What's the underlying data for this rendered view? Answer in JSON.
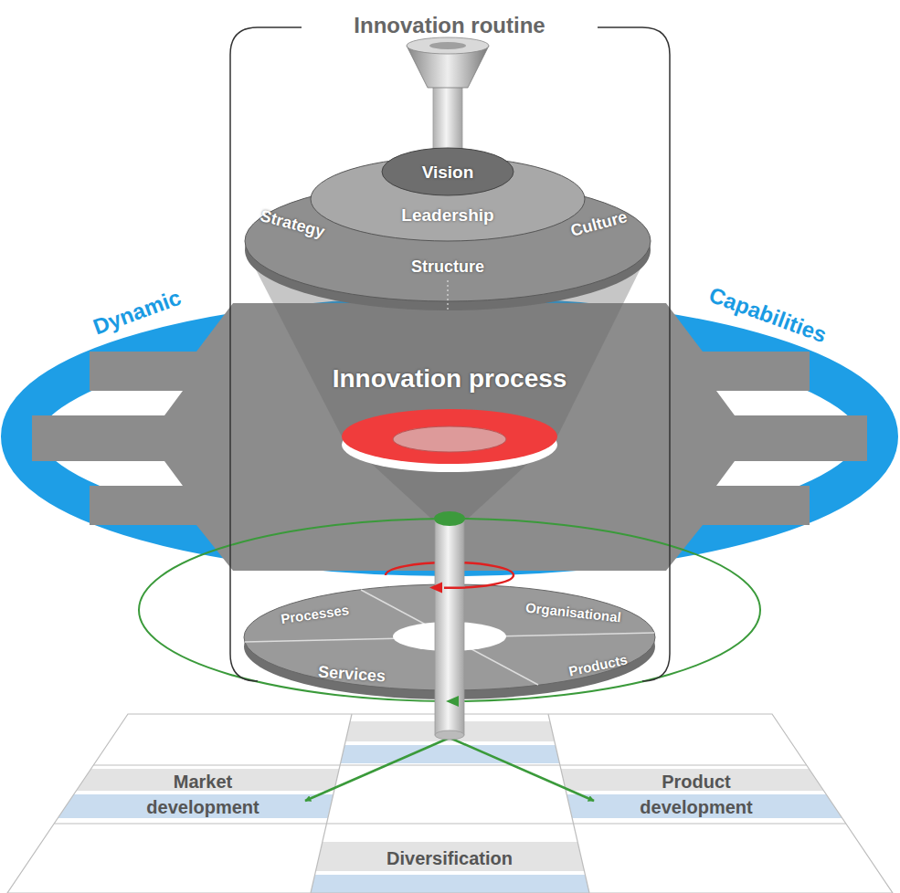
{
  "diagram": {
    "title": "Innovation routine",
    "nodes": [
      {
        "text": [
          "Vision"
        ]
      },
      {
        "text": [
          "Leadership"
        ]
      },
      {
        "text": [
          "Strategy"
        ]
      },
      {
        "text": [
          "Structure"
        ]
      },
      {
        "text": [
          "Culture"
        ]
      },
      {
        "text": [
          "Innovation process"
        ]
      },
      {
        "text": [
          "Processes"
        ]
      },
      {
        "text": [
          "Organisational"
        ]
      },
      {
        "text": [
          "Services"
        ]
      },
      {
        "text": [
          "Products"
        ]
      },
      {
        "text": [
          "Market development"
        ]
      },
      {
        "text": [
          "Product development"
        ]
      },
      {
        "text": [
          "Diversification"
        ]
      }
    ],
    "labels": [
      "Dynamic",
      "Capabilities"
    ]
  }
}
